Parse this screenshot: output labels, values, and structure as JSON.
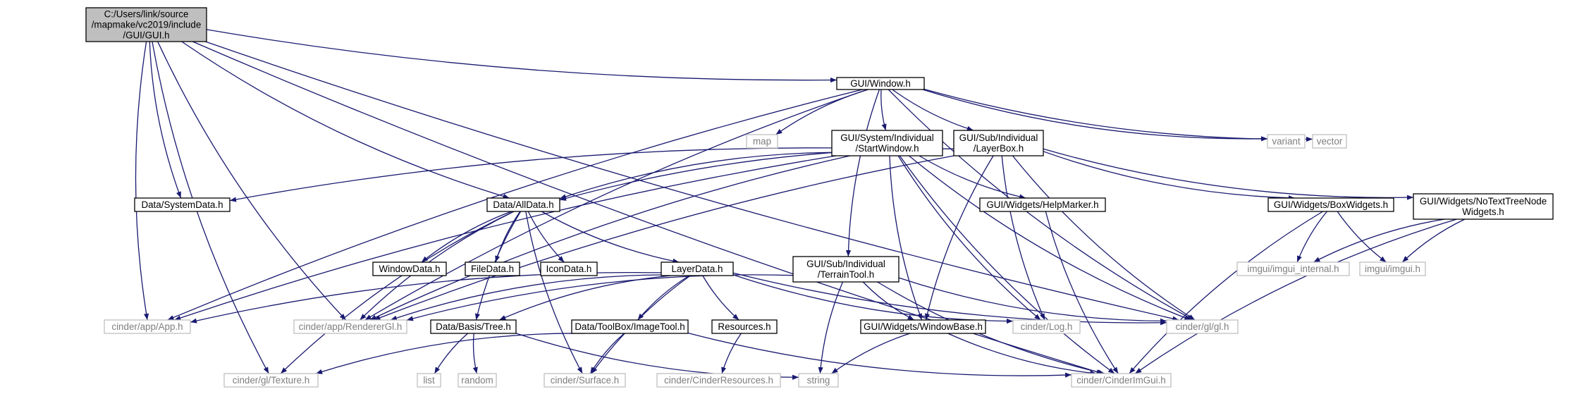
{
  "colors": {
    "edge": "#191970",
    "root_fill": "#bfbfbf",
    "external_border": "#bfbfbf",
    "external_text": "#7f7f7f",
    "node_border": "#000000"
  },
  "nodes": {
    "gui_h": {
      "lines": [
        "C:/Users/link/source",
        "/mapmake/vc2019/include",
        "/GUI/GUI.h"
      ],
      "kind": "root"
    },
    "window_h": {
      "lines": [
        "GUI/Window.h"
      ],
      "kind": "plain"
    },
    "systemdata_h": {
      "lines": [
        "Data/SystemData.h"
      ],
      "kind": "plain"
    },
    "alldata_h": {
      "lines": [
        "Data/AllData.h"
      ],
      "kind": "plain"
    },
    "map": {
      "lines": [
        "map"
      ],
      "kind": "external"
    },
    "startwindow_h": {
      "lines": [
        "GUI/System/Individual",
        "/StartWindow.h"
      ],
      "kind": "plain"
    },
    "layerbox_h": {
      "lines": [
        "GUI/Sub/Individual",
        "/LayerBox.h"
      ],
      "kind": "plain"
    },
    "variant": {
      "lines": [
        "variant"
      ],
      "kind": "external"
    },
    "vector": {
      "lines": [
        "vector"
      ],
      "kind": "external"
    },
    "helpmarker_h": {
      "lines": [
        "GUI/Widgets/HelpMarker.h"
      ],
      "kind": "plain"
    },
    "boxwidgets_h": {
      "lines": [
        "GUI/Widgets/BoxWidgets.h"
      ],
      "kind": "plain"
    },
    "notexttreenode_h": {
      "lines": [
        "GUI/Widgets/NoTextTreeNode",
        "Widgets.h"
      ],
      "kind": "plain"
    },
    "windowdata_h": {
      "lines": [
        "WindowData.h"
      ],
      "kind": "plain"
    },
    "filedata_h": {
      "lines": [
        "FileData.h"
      ],
      "kind": "plain"
    },
    "icondata_h": {
      "lines": [
        "IconData.h"
      ],
      "kind": "plain"
    },
    "layerdata_h": {
      "lines": [
        "LayerData.h"
      ],
      "kind": "plain"
    },
    "terraintool_h": {
      "lines": [
        "GUI/Sub/Individual",
        "/TerrainTool.h"
      ],
      "kind": "plain"
    },
    "imgui_internal_h": {
      "lines": [
        "imgui/imgui_internal.h"
      ],
      "kind": "external"
    },
    "imgui_h": {
      "lines": [
        "imgui/imgui.h"
      ],
      "kind": "external"
    },
    "app_h": {
      "lines": [
        "cinder/app/App.h"
      ],
      "kind": "external"
    },
    "renderergl_h": {
      "lines": [
        "cinder/app/RendererGl.h"
      ],
      "kind": "external"
    },
    "tree_h": {
      "lines": [
        "Data/Basis/Tree.h"
      ],
      "kind": "plain"
    },
    "windowbase_h": {
      "lines": [
        "GUI/Widgets/WindowBase.h"
      ],
      "kind": "plain"
    },
    "log_h": {
      "lines": [
        "cinder/Log.h"
      ],
      "kind": "external"
    },
    "gl_h": {
      "lines": [
        "cinder/gl/gl.h"
      ],
      "kind": "external"
    },
    "imagetool_h": {
      "lines": [
        "Data/ToolBox/ImageTool.h"
      ],
      "kind": "plain"
    },
    "resources_h": {
      "lines": [
        "Resources.h"
      ],
      "kind": "plain"
    },
    "texture_h": {
      "lines": [
        "cinder/gl/Texture.h"
      ],
      "kind": "external"
    },
    "list": {
      "lines": [
        "list"
      ],
      "kind": "external"
    },
    "random": {
      "lines": [
        "random"
      ],
      "kind": "external"
    },
    "surface_h": {
      "lines": [
        "cinder/Surface.h"
      ],
      "kind": "external"
    },
    "cinderresources_h": {
      "lines": [
        "cinder/CinderResources.h"
      ],
      "kind": "external"
    },
    "string": {
      "lines": [
        "string"
      ],
      "kind": "external"
    },
    "cinderimgui_h": {
      "lines": [
        "cinder/CinderImGui.h"
      ],
      "kind": "external"
    }
  },
  "edges": [
    [
      "gui_h",
      "window_h"
    ],
    [
      "gui_h",
      "systemdata_h"
    ],
    [
      "gui_h",
      "alldata_h"
    ],
    [
      "gui_h",
      "app_h"
    ],
    [
      "gui_h",
      "renderergl_h"
    ],
    [
      "gui_h",
      "texture_h"
    ],
    [
      "gui_h",
      "gl_h"
    ],
    [
      "gui_h",
      "cinderimgui_h"
    ],
    [
      "window_h",
      "map"
    ],
    [
      "window_h",
      "startwindow_h"
    ],
    [
      "window_h",
      "layerbox_h"
    ],
    [
      "window_h",
      "variant"
    ],
    [
      "window_h",
      "vector"
    ],
    [
      "window_h",
      "terraintool_h"
    ],
    [
      "window_h",
      "app_h"
    ],
    [
      "window_h",
      "renderergl_h"
    ],
    [
      "window_h",
      "gl_h"
    ],
    [
      "startwindow_h",
      "systemdata_h"
    ],
    [
      "startwindow_h",
      "alldata_h"
    ],
    [
      "startwindow_h",
      "helpmarker_h"
    ],
    [
      "startwindow_h",
      "app_h"
    ],
    [
      "startwindow_h",
      "renderergl_h"
    ],
    [
      "startwindow_h",
      "windowbase_h"
    ],
    [
      "startwindow_h",
      "log_h"
    ],
    [
      "startwindow_h",
      "gl_h"
    ],
    [
      "startwindow_h",
      "cinderimgui_h"
    ],
    [
      "layerbox_h",
      "alldata_h"
    ],
    [
      "layerbox_h",
      "boxwidgets_h"
    ],
    [
      "layerbox_h",
      "notexttreenode_h"
    ],
    [
      "layerbox_h",
      "renderergl_h"
    ],
    [
      "layerbox_h",
      "windowbase_h"
    ],
    [
      "layerbox_h",
      "log_h"
    ],
    [
      "layerbox_h",
      "gl_h"
    ],
    [
      "helpmarker_h",
      "cinderimgui_h"
    ],
    [
      "boxwidgets_h",
      "imgui_internal_h"
    ],
    [
      "boxwidgets_h",
      "imgui_h"
    ],
    [
      "boxwidgets_h",
      "cinderimgui_h"
    ],
    [
      "notexttreenode_h",
      "imgui_internal_h"
    ],
    [
      "notexttreenode_h",
      "imgui_h"
    ],
    [
      "notexttreenode_h",
      "cinderimgui_h"
    ],
    [
      "alldata_h",
      "windowdata_h"
    ],
    [
      "alldata_h",
      "filedata_h"
    ],
    [
      "alldata_h",
      "icondata_h"
    ],
    [
      "alldata_h",
      "layerdata_h"
    ],
    [
      "alldata_h",
      "renderergl_h"
    ],
    [
      "alldata_h",
      "tree_h"
    ],
    [
      "alldata_h",
      "texture_h"
    ],
    [
      "alldata_h",
      "surface_h"
    ],
    [
      "layerdata_h",
      "app_h"
    ],
    [
      "layerdata_h",
      "renderergl_h"
    ],
    [
      "layerdata_h",
      "tree_h"
    ],
    [
      "layerdata_h",
      "imagetool_h"
    ],
    [
      "layerdata_h",
      "resources_h"
    ],
    [
      "layerdata_h",
      "log_h"
    ],
    [
      "layerdata_h",
      "gl_h"
    ],
    [
      "layerdata_h",
      "surface_h"
    ],
    [
      "terraintool_h",
      "renderergl_h"
    ],
    [
      "terraintool_h",
      "windowbase_h"
    ],
    [
      "terraintool_h",
      "gl_h"
    ],
    [
      "terraintool_h",
      "string"
    ],
    [
      "terraintool_h",
      "cinderimgui_h"
    ],
    [
      "tree_h",
      "list"
    ],
    [
      "tree_h",
      "random"
    ],
    [
      "tree_h",
      "string"
    ],
    [
      "imagetool_h",
      "texture_h"
    ],
    [
      "imagetool_h",
      "surface_h"
    ],
    [
      "imagetool_h",
      "cinderimgui_h"
    ],
    [
      "resources_h",
      "cinderresources_h"
    ],
    [
      "windowbase_h",
      "string"
    ],
    [
      "windowbase_h",
      "cinderimgui_h"
    ]
  ]
}
